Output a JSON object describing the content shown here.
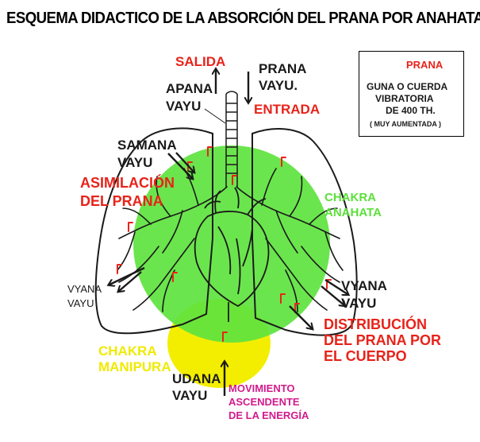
{
  "title": "ESQUEMA DIDACTICO DE LA ABSORCIÓN DEL PRANA POR ANAHATA",
  "labels": {
    "salida": "SALIDA",
    "apana_1": "APANA",
    "apana_2": "VAYU",
    "prana_1": "PRANA",
    "prana_2": "VAYU.",
    "entrada": "ENTRADA",
    "samana_1": "SAMANA",
    "samana_2": "VAYU",
    "asimilacion_1": "ASIMILACIÓN",
    "asimilacion_2": "DEL PRANA",
    "chakra_anahata_1": "CHAKRA",
    "chakra_anahata_2": "ANAHATA",
    "vyana_left_1": "VYANA",
    "vyana_left_2": "VAYU",
    "vyana_right_1": "VYANA",
    "vyana_right_2": "VAYU",
    "distribucion_1": "DISTRIBUCIÓN",
    "distribucion_2": "DEL PRANA POR",
    "distribucion_3": "EL CUERPO",
    "chakra_manipura_1": "CHAKRA",
    "chakra_manipura_2": "MANIPURA",
    "udana_1": "UDANA",
    "udana_2": "VAYU",
    "movimiento_1": "MOVIMIENTO",
    "movimiento_2": "ASCENDENTE",
    "movimiento_3": "DE LA ENERGÍA"
  },
  "legend": {
    "prana_label": "PRANA",
    "line1": "GUNA O CUERDA",
    "line2": "VIBRATORIA",
    "line3": "DE 400 TH.",
    "line4": "( MUY AUMENTADA )"
  },
  "colors": {
    "red_text": "#e8231a",
    "green_chakra": "#5be03b",
    "yellow_chakra": "#f0ea00",
    "magenta_text": "#d21a8c",
    "outline": "#1a1a1a"
  }
}
